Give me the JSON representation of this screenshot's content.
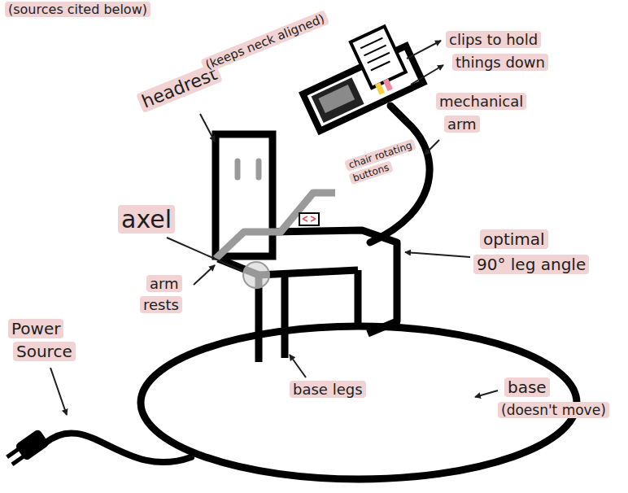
{
  "diagram": {
    "labels": [
      "(sources cited below)",
      "headrest",
      "(keeps neck aligned)",
      "clips to hold",
      "things down",
      "mechanical",
      "arm",
      "chair rotating buttons",
      "axel",
      "optimal",
      "90° leg angle",
      "arm",
      "rests",
      "Power",
      "Source",
      "base legs",
      "base",
      "(doesn't move)"
    ]
  }
}
